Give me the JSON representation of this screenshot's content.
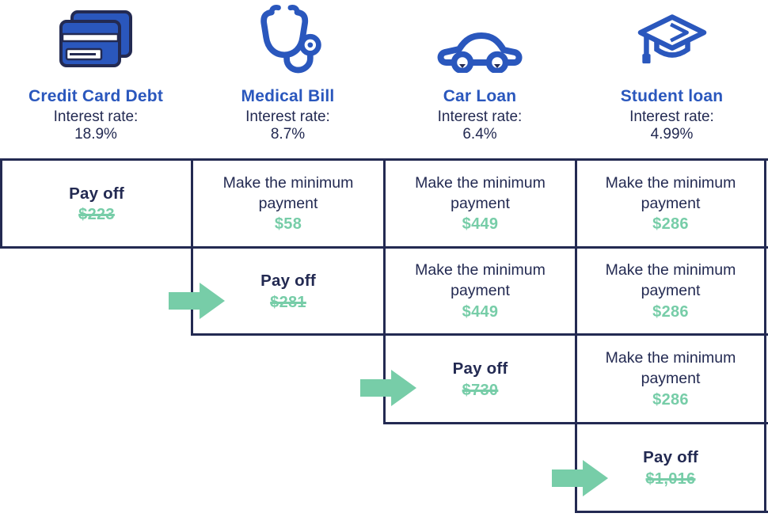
{
  "palette": {
    "blue": "#2a57bd",
    "navy": "#232a52",
    "green": "#77cda8",
    "bg": "#ffffff"
  },
  "columns": [
    {
      "icon": "credit-card-icon",
      "title": "Credit Card Debt",
      "interest_label": "Interest rate:",
      "interest_rate": "18.9%"
    },
    {
      "icon": "stethoscope-icon",
      "title": "Medical Bill",
      "interest_label": "Interest rate:",
      "interest_rate": "8.7%"
    },
    {
      "icon": "car-icon",
      "title": "Car Loan",
      "interest_label": "Interest rate:",
      "interest_rate": "6.4%"
    },
    {
      "icon": "graduation-cap-icon",
      "title": "Student loan",
      "interest_label": "Interest rate:",
      "interest_rate": "4.99%"
    }
  ],
  "grid": {
    "cells": [
      {
        "row": 1,
        "column": "Credit Card Debt",
        "action": "Pay off",
        "amount": "$223",
        "paid_off": true,
        "arrow": false
      },
      {
        "row": 1,
        "column": "Medical Bill",
        "action": "Make the minimum payment",
        "amount": "$58",
        "paid_off": false,
        "arrow": false
      },
      {
        "row": 1,
        "column": "Car Loan",
        "action": "Make the minimum payment",
        "amount": "$449",
        "paid_off": false,
        "arrow": false
      },
      {
        "row": 1,
        "column": "Student loan",
        "action": "Make the minimum payment",
        "amount": "$286",
        "paid_off": false,
        "arrow": false
      },
      {
        "row": 2,
        "column": "Medical Bill",
        "action": "Pay off",
        "amount": "$281",
        "paid_off": true,
        "arrow": true
      },
      {
        "row": 2,
        "column": "Car Loan",
        "action": "Make the minimum payment",
        "amount": "$449",
        "paid_off": false,
        "arrow": false
      },
      {
        "row": 2,
        "column": "Student loan",
        "action": "Make the minimum payment",
        "amount": "$286",
        "paid_off": false,
        "arrow": false
      },
      {
        "row": 3,
        "column": "Car Loan",
        "action": "Pay off",
        "amount": "$730",
        "paid_off": true,
        "arrow": true
      },
      {
        "row": 3,
        "column": "Student loan",
        "action": "Make the minimum payment",
        "amount": "$286",
        "paid_off": false,
        "arrow": false
      },
      {
        "row": 4,
        "column": "Student loan",
        "action": "Pay off",
        "amount": "$1,016",
        "paid_off": true,
        "arrow": true
      }
    ]
  }
}
